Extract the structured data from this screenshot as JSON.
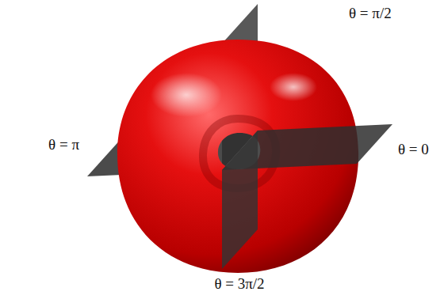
{
  "diagram": {
    "labels": [
      "θ = π/2",
      "θ = π",
      "θ = 0",
      "θ = 3π/2"
    ]
  }
}
